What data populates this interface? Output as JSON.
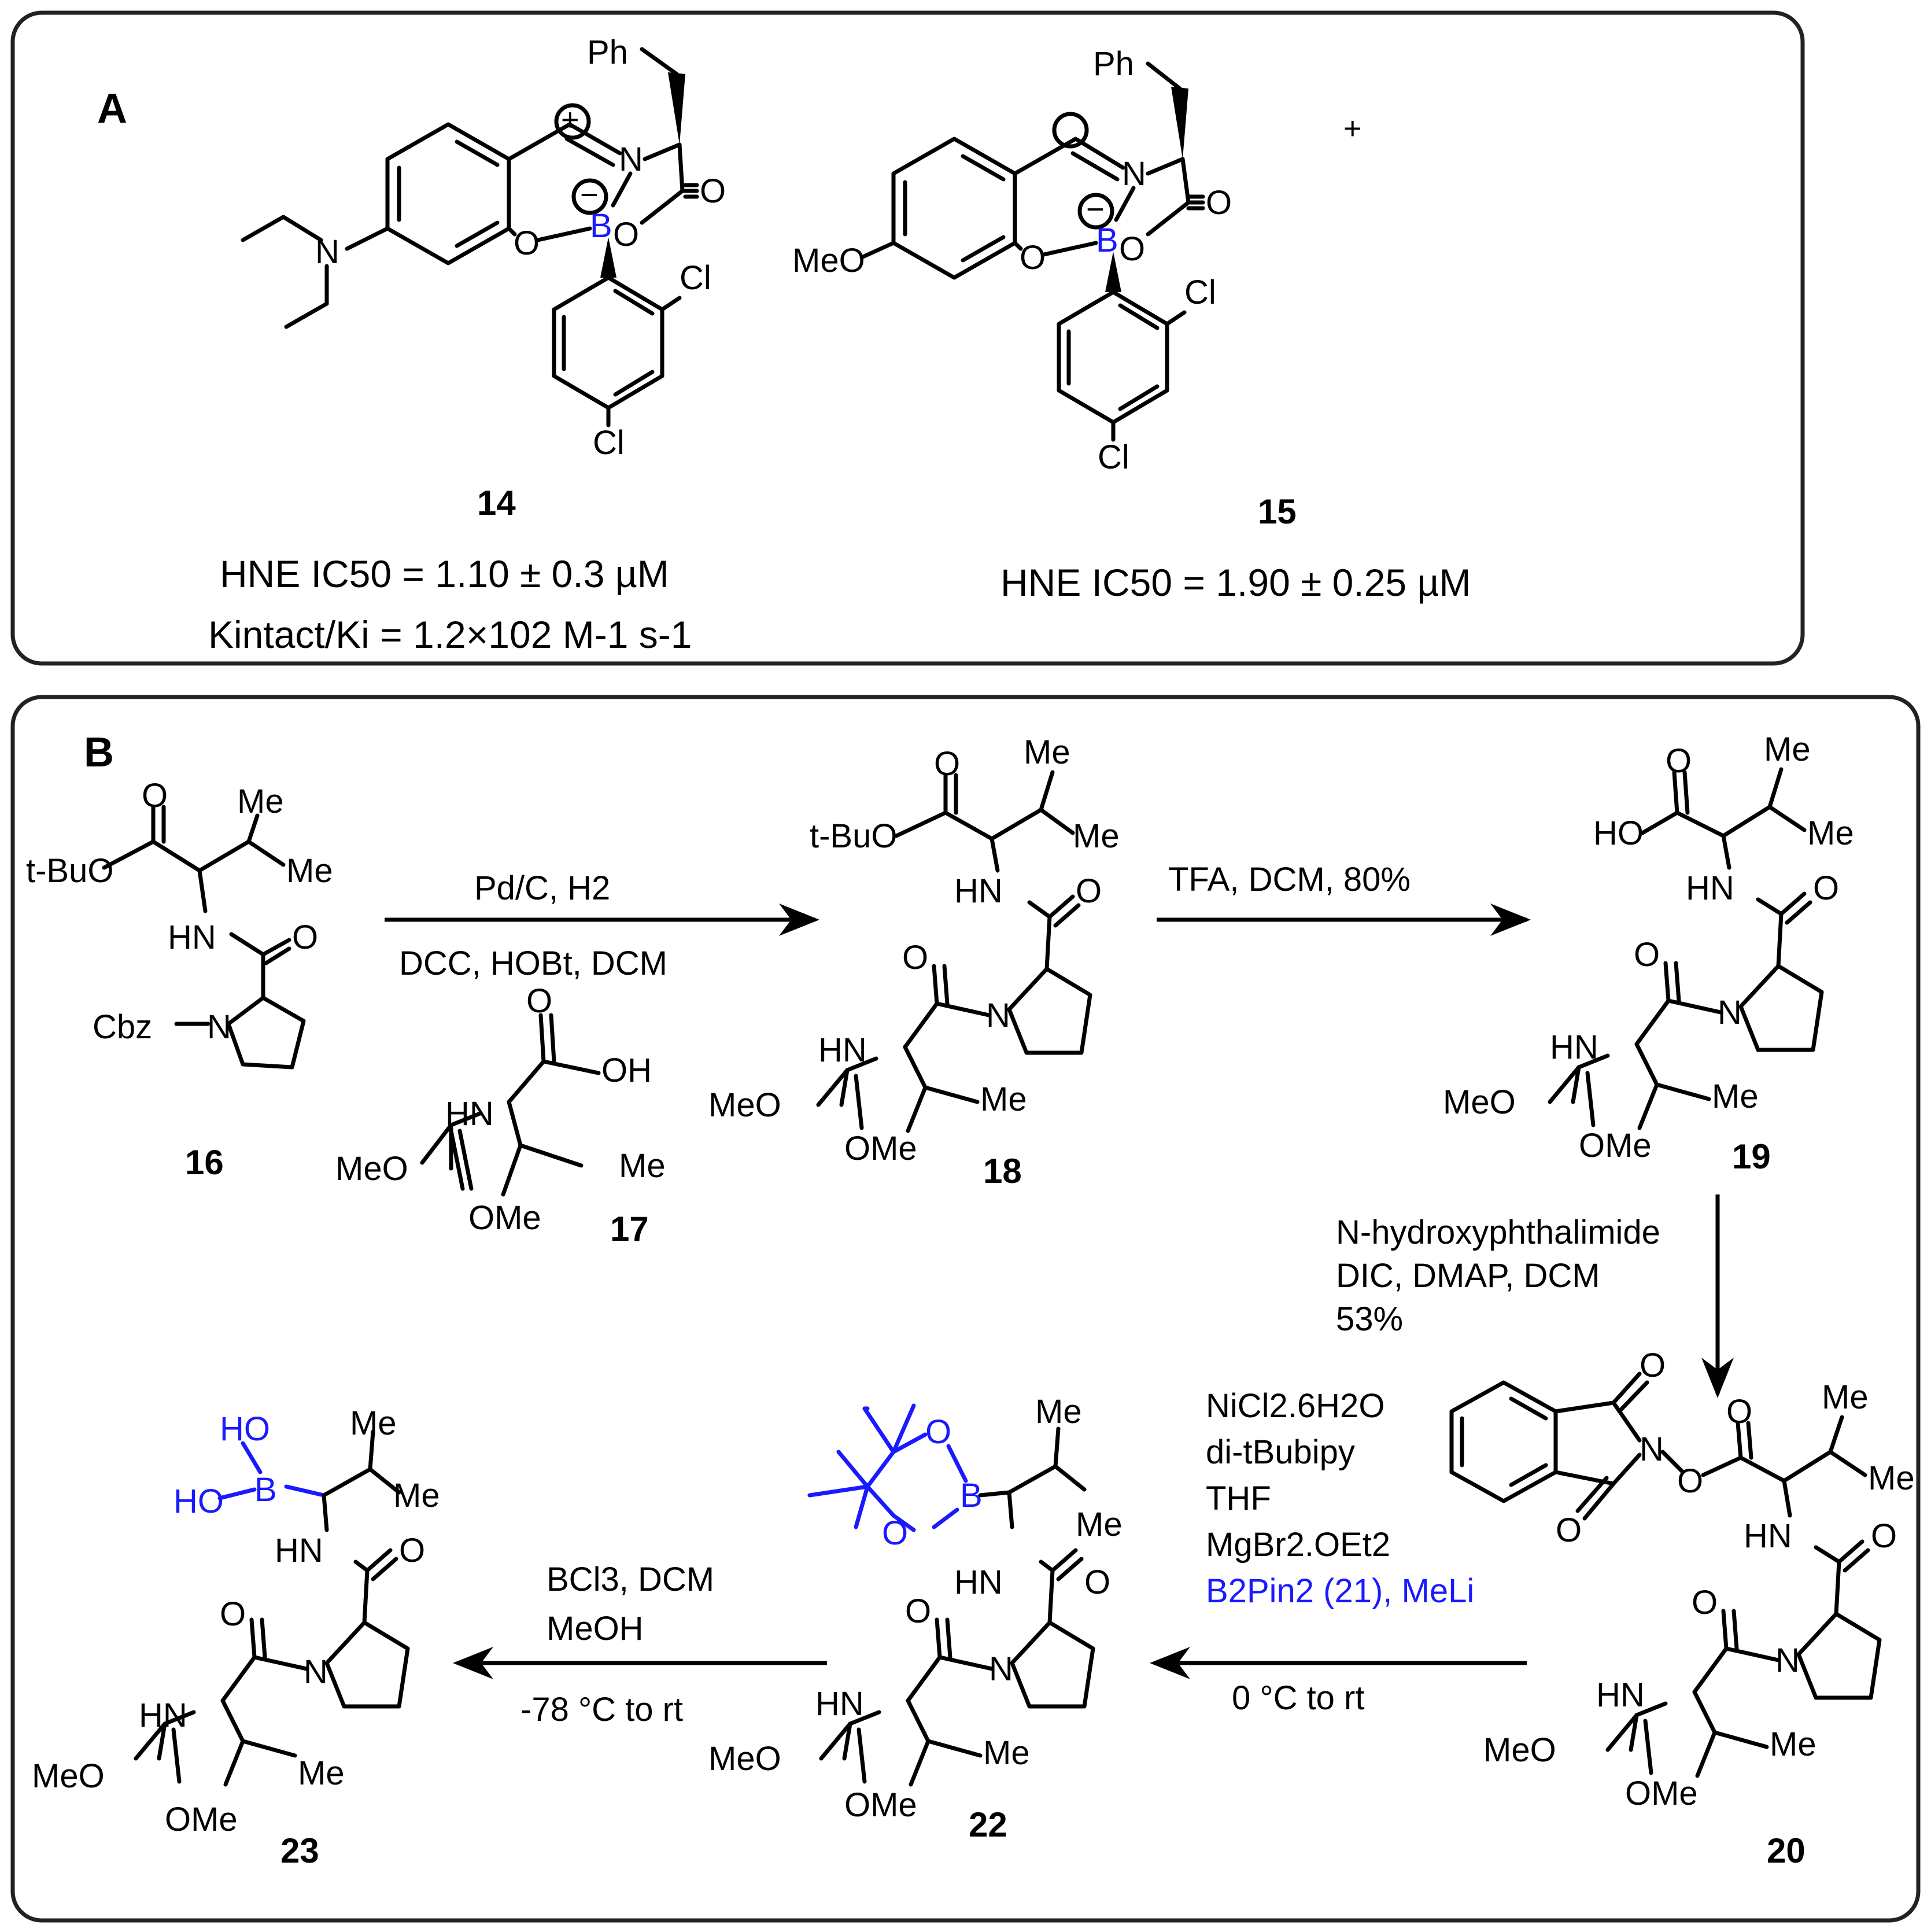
{
  "panels": {
    "a_label": "A",
    "b_label": "B"
  },
  "compounds": {
    "c14": {
      "number": "14",
      "ic50": "HNE IC50 = 1.10 ± 0.3 µM",
      "kinact": "Kintact/Ki = 1.2×102 M-1 s-1"
    },
    "c15": {
      "number": "15",
      "ic50": "HNE IC50 = 1.90 ± 0.25 µM"
    },
    "c16": {
      "number": "16"
    },
    "c17": {
      "number": "17"
    },
    "c18": {
      "number": "18"
    },
    "c19": {
      "number": "19"
    },
    "c20": {
      "number": "20"
    },
    "c22": {
      "number": "22"
    },
    "c23": {
      "number": "23"
    }
  },
  "atoms": {
    "ph": "Ph",
    "n": "N",
    "b": "B",
    "o": "O",
    "cl": "Cl",
    "me": "Me",
    "meo": "MeO",
    "ome": "OMe",
    "tbuo": "t-BuO",
    "hn": "HN",
    "ho": "HO",
    "oh": "OH",
    "cbz": "Cbz",
    "plus": "+",
    "minus": "−"
  },
  "reactions": {
    "step1_top": "Pd/C, H2",
    "step1_bottom": "DCC, HOBt, DCM",
    "step2": "TFA, DCM, 80%",
    "step3_line1": "N-hydroxyphthalimide",
    "step3_line2": "DIC, DMAP, DCM",
    "step3_line3": "53%",
    "step4_line1": "NiCl2.6H2O",
    "step4_line2": "di-tBubipy",
    "step4_line3": "THF",
    "step4_line4": "MgBr2.OEt2",
    "step4_line5": "B2Pin2 (21), MeLi",
    "step4_line6": "0 °C to rt",
    "step5_line1": "BCl3, DCM",
    "step5_line2": "MeOH",
    "step5_line3": "-78 °C to rt"
  },
  "colors": {
    "boron_highlight": "#1a1aff",
    "bond": "#000000",
    "frame": "#222222"
  }
}
